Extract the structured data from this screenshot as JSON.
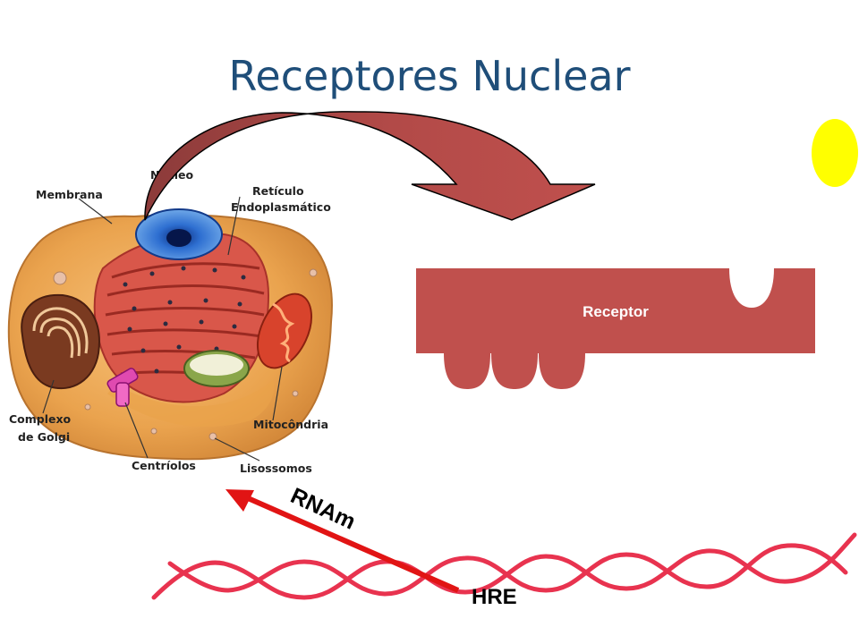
{
  "title": "Receptores Nuclear",
  "cell_labels": {
    "nucleo": "Núcleo",
    "membrana": "Membrana",
    "reticulo_1": "Retículo",
    "reticulo_2": "Endoplasmático",
    "golgi_1": "Complexo",
    "golgi_2": "de Golgi",
    "mitocondria": "Mitocôndria",
    "centriolos": "Centríolos",
    "lisossomos": "Lisossomos"
  },
  "receptor_label": "Receptor",
  "rna_label": "RNAm",
  "hre_label": "HRE",
  "colors": {
    "title": "#1f4e79",
    "receptor": "#c0504d",
    "ligand": "#ffff00",
    "dna": "#e8334f",
    "mrna_arrow": "#e11414"
  }
}
